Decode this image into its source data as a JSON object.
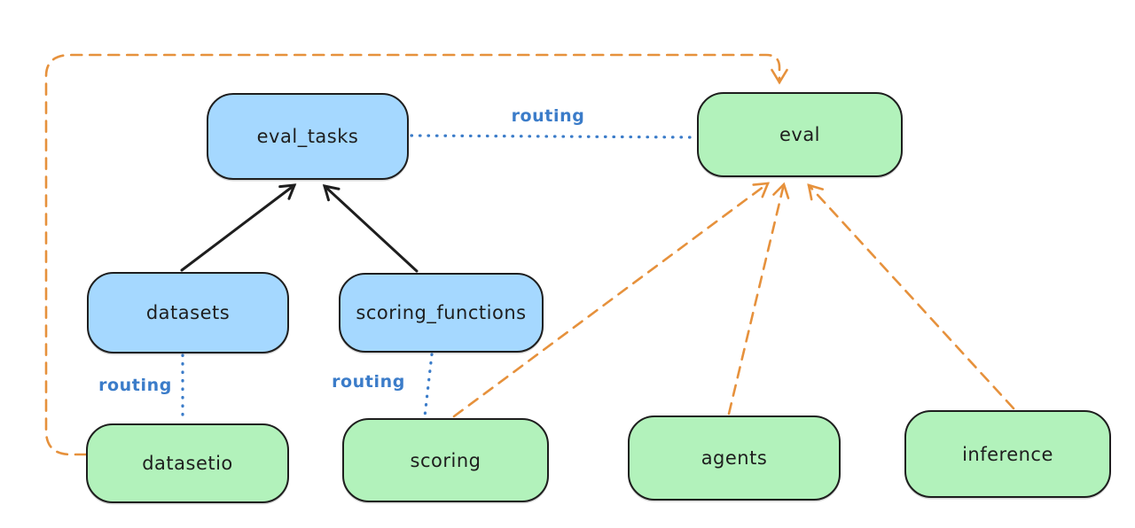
{
  "diagram": {
    "kind": "hand-drawn architecture diagram",
    "background": "#ffffff",
    "colors": {
      "node_border": "#1e1e1e",
      "blue_node_fill": "#a5d8ff",
      "green_node_fill": "#b2f2bb",
      "routing_blue": "#3b7cc9",
      "dashed_orange": "#e6913c",
      "solid_arrow_black": "#1e1e1e"
    }
  },
  "nodes": {
    "eval_tasks": {
      "label": "eval_tasks",
      "fill": "#a5d8ff"
    },
    "eval": {
      "label": "eval",
      "fill": "#b2f2bb"
    },
    "datasets": {
      "label": "datasets",
      "fill": "#a5d8ff"
    },
    "scoring_functions": {
      "label": "scoring_functions",
      "fill": "#a5d8ff"
    },
    "datasetio": {
      "label": "datasetio",
      "fill": "#b2f2bb"
    },
    "scoring": {
      "label": "scoring",
      "fill": "#b2f2bb"
    },
    "agents": {
      "label": "agents",
      "fill": "#b2f2bb"
    },
    "inference": {
      "label": "inference",
      "fill": "#b2f2bb"
    }
  },
  "edges": [
    {
      "from": "datasets",
      "to": "eval_tasks",
      "style": "solid-arrow",
      "color": "#1e1e1e",
      "label": ""
    },
    {
      "from": "scoring_functions",
      "to": "eval_tasks",
      "style": "solid-arrow",
      "color": "#1e1e1e",
      "label": ""
    },
    {
      "from": "eval_tasks",
      "to": "eval",
      "style": "dotted",
      "color": "#3b7cc9",
      "label": "routing"
    },
    {
      "from": "datasets",
      "to": "datasetio",
      "style": "dotted",
      "color": "#3b7cc9",
      "label": "routing"
    },
    {
      "from": "scoring_functions",
      "to": "scoring",
      "style": "dotted",
      "color": "#3b7cc9",
      "label": "routing"
    },
    {
      "from": "datasetio",
      "to": "eval",
      "style": "dashed-arrow",
      "color": "#e6913c",
      "label": ""
    },
    {
      "from": "scoring",
      "to": "eval",
      "style": "dashed-arrow",
      "color": "#e6913c",
      "label": ""
    },
    {
      "from": "agents",
      "to": "eval",
      "style": "dashed-arrow",
      "color": "#e6913c",
      "label": ""
    },
    {
      "from": "inference",
      "to": "eval",
      "style": "dashed-arrow",
      "color": "#e6913c",
      "label": ""
    }
  ]
}
